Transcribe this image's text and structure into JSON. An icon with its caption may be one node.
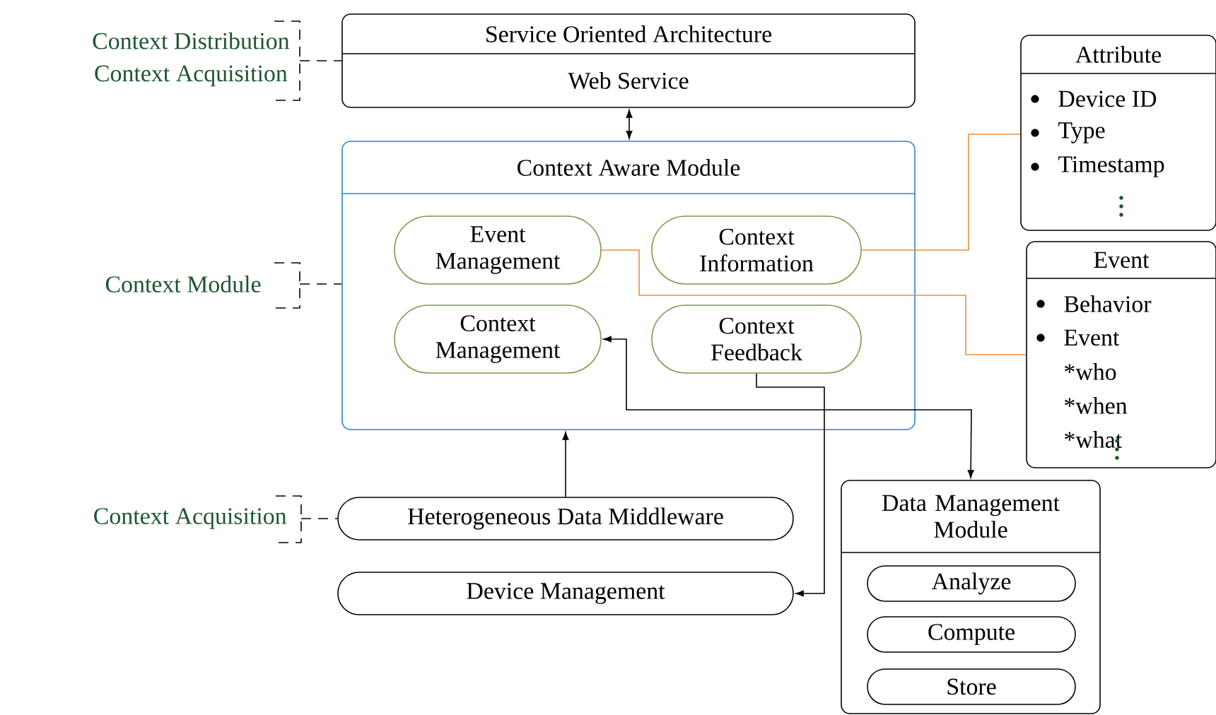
{
  "diagram": {
    "nodes": [
      {
        "text": [
          "Service Oriented Architecture",
          "Web Service"
        ]
      },
      {
        "text": [
          "Context Aware Module"
        ]
      },
      {
        "text": [
          "Event Management"
        ],
        "in": 1
      },
      {
        "text": [
          "Context Information"
        ],
        "in": 1
      },
      {
        "text": [
          "Context Management"
        ],
        "in": 1
      },
      {
        "text": [
          "Context Feedback"
        ],
        "in": 1
      },
      {
        "text": [
          "Attribute",
          "Device ID",
          "Type",
          "Timestamp"
        ]
      },
      {
        "text": [
          "Event",
          "Behavior",
          "Event",
          "*who",
          "*when",
          "*what"
        ]
      },
      {
        "text": [
          "Heterogeneous Data Middleware"
        ]
      },
      {
        "text": [
          "Device Management"
        ]
      },
      {
        "text": [
          "Data Management Module"
        ]
      },
      {
        "text": [
          "Analyze"
        ],
        "in": 10
      },
      {
        "text": [
          "Compute"
        ],
        "in": 10
      },
      {
        "text": [
          "Store"
        ],
        "in": 10
      },
      {
        "text": [
          "Context Distribution",
          "Context Acquisition"
        ]
      },
      {
        "text": [
          "Context Module"
        ]
      },
      {
        "text": [
          "Context Acquisition"
        ]
      }
    ],
    "edges": [
      {
        "from": 0,
        "to": 1,
        "arrow": "both"
      },
      {
        "from": 3,
        "to": 6,
        "arrow": "none",
        "color": "#f28c38"
      },
      {
        "from": 2,
        "to": 7,
        "arrow": "none",
        "color": "#f28c38"
      },
      {
        "from": 8,
        "to": 1,
        "arrow": "to"
      },
      {
        "from": 5,
        "to": 9,
        "arrow": "to"
      },
      {
        "from": 4,
        "to": 10,
        "arrow": "both"
      },
      {
        "from": 14,
        "to": 0,
        "arrow": "none",
        "style": "dashed"
      },
      {
        "from": 15,
        "to": 1,
        "arrow": "none",
        "style": "dashed"
      },
      {
        "from": 16,
        "to": 8,
        "arrow": "none",
        "style": "dashed"
      }
    ]
  }
}
